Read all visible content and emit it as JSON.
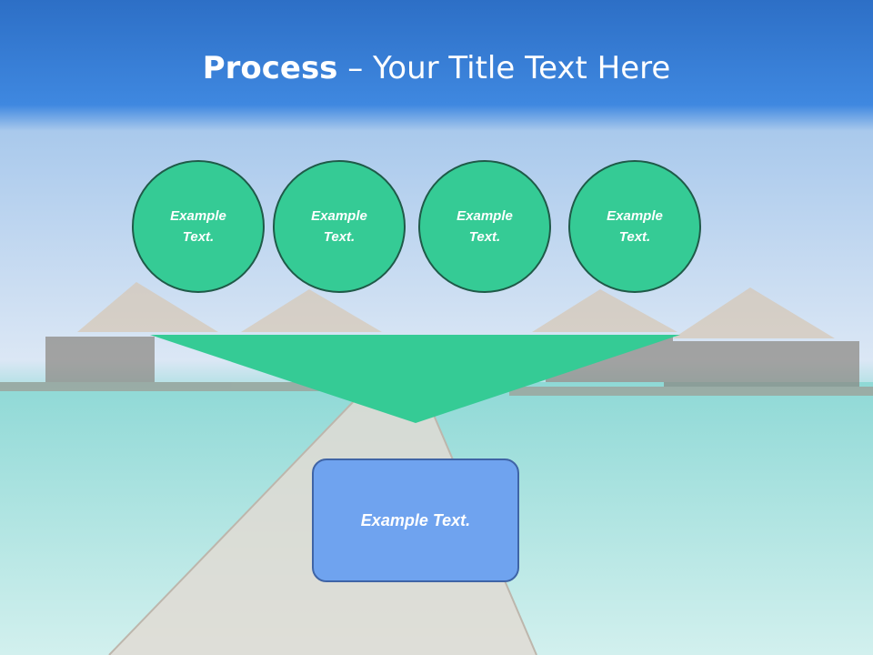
{
  "title": {
    "bold": "Process",
    "rest": " – Your Title Text Here"
  },
  "circles": [
    {
      "text": "Example Text."
    },
    {
      "text": "Example Text."
    },
    {
      "text": "Example Text."
    },
    {
      "text": "Example Text."
    }
  ],
  "result_box": {
    "text": "Example Text."
  },
  "colors": {
    "circle_fill": "#35cb95",
    "funnel_fill": "#35cb95",
    "box_fill": "#6fa3ef",
    "header_blue": "#3a7fd8"
  }
}
